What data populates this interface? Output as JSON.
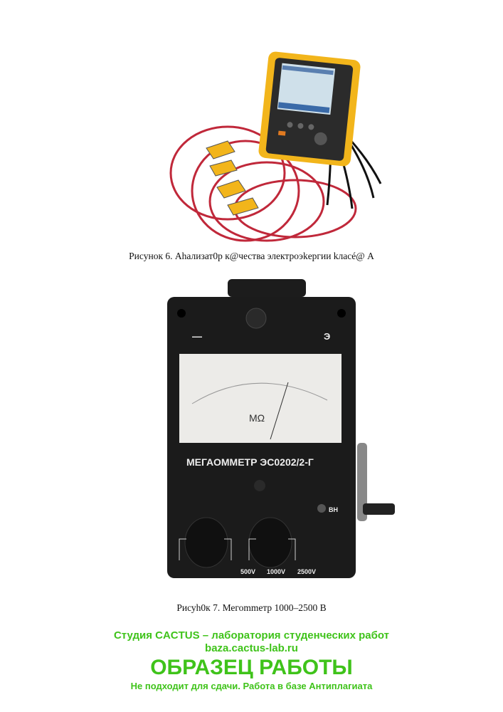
{
  "figures": [
    {
      "caption": "Рисунок 6. Аhализат0р к@чества электроэkергии kлacé@ А"
    },
    {
      "caption": "Рисуh0к 7. Мегоmmетр 1000–2500 В",
      "device_labels": {
        "model": "МЕГАОММЕТР   ЭС0202/2-Г",
        "unit": "MΩ",
        "terminal_e": "Э",
        "terminal_minus": "—",
        "hv": "ВН",
        "ranges": [
          "500V",
          "1000V",
          "2500V"
        ]
      }
    }
  ],
  "watermark": {
    "line1": "Студия CACTUS – лаборатория студенческих работ",
    "line2": "baza.cactus-lab.ru",
    "line3": "ОБРАЗЕЦ РАБОТЫ",
    "line4": "Не подходит для сдачи. Работа в базе Антиплагиата",
    "color": "#3fc31a"
  }
}
